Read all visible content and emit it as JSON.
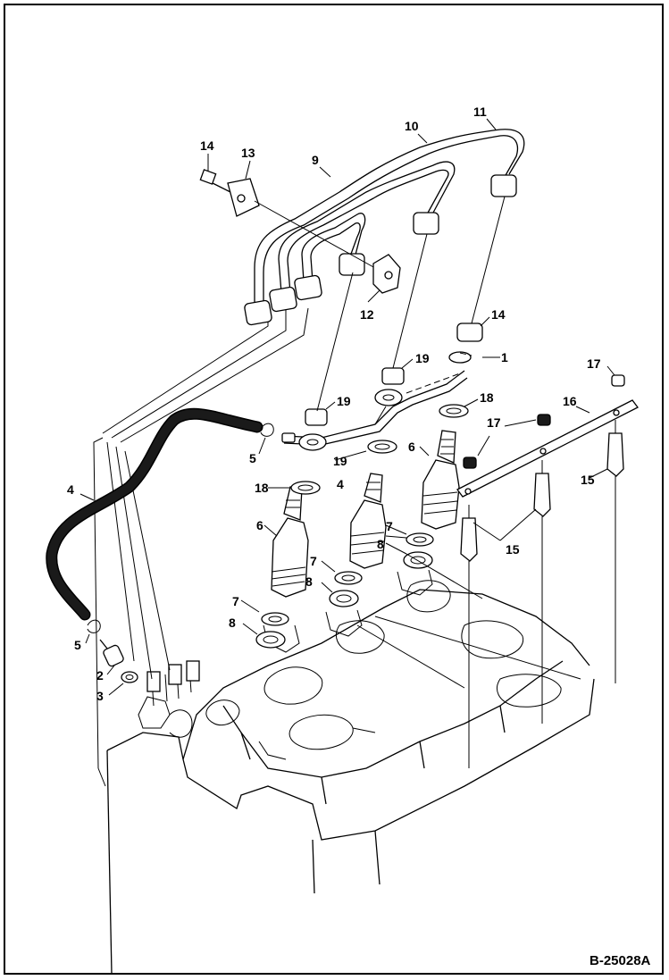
{
  "figure": {
    "id_label": "B-25028A"
  },
  "callouts": [
    {
      "label": "1"
    },
    {
      "label": "2"
    },
    {
      "label": "3"
    },
    {
      "label": "4"
    },
    {
      "label": "5"
    },
    {
      "label": "5"
    },
    {
      "label": "6"
    },
    {
      "label": "6"
    },
    {
      "label": "7"
    },
    {
      "label": "7"
    },
    {
      "label": "8"
    },
    {
      "label": "8"
    },
    {
      "label": "8"
    },
    {
      "label": "9"
    },
    {
      "label": "10"
    },
    {
      "label": "11"
    },
    {
      "label": "12"
    },
    {
      "label": "13"
    },
    {
      "label": "14"
    },
    {
      "label": "15"
    },
    {
      "label": "15"
    },
    {
      "label": "16"
    },
    {
      "label": "17"
    },
    {
      "label": "17"
    },
    {
      "label": "18"
    },
    {
      "label": "18"
    },
    {
      "label": "19"
    },
    {
      "label": "19"
    },
    {
      "label": "14"
    },
    {
      "label": "19"
    },
    {
      "label": "4"
    },
    {
      "label": "7"
    },
    {
      "label": "8"
    }
  ],
  "colors": {
    "line": "#000000",
    "background": "#ffffff",
    "hose": "#1a1a1a"
  }
}
